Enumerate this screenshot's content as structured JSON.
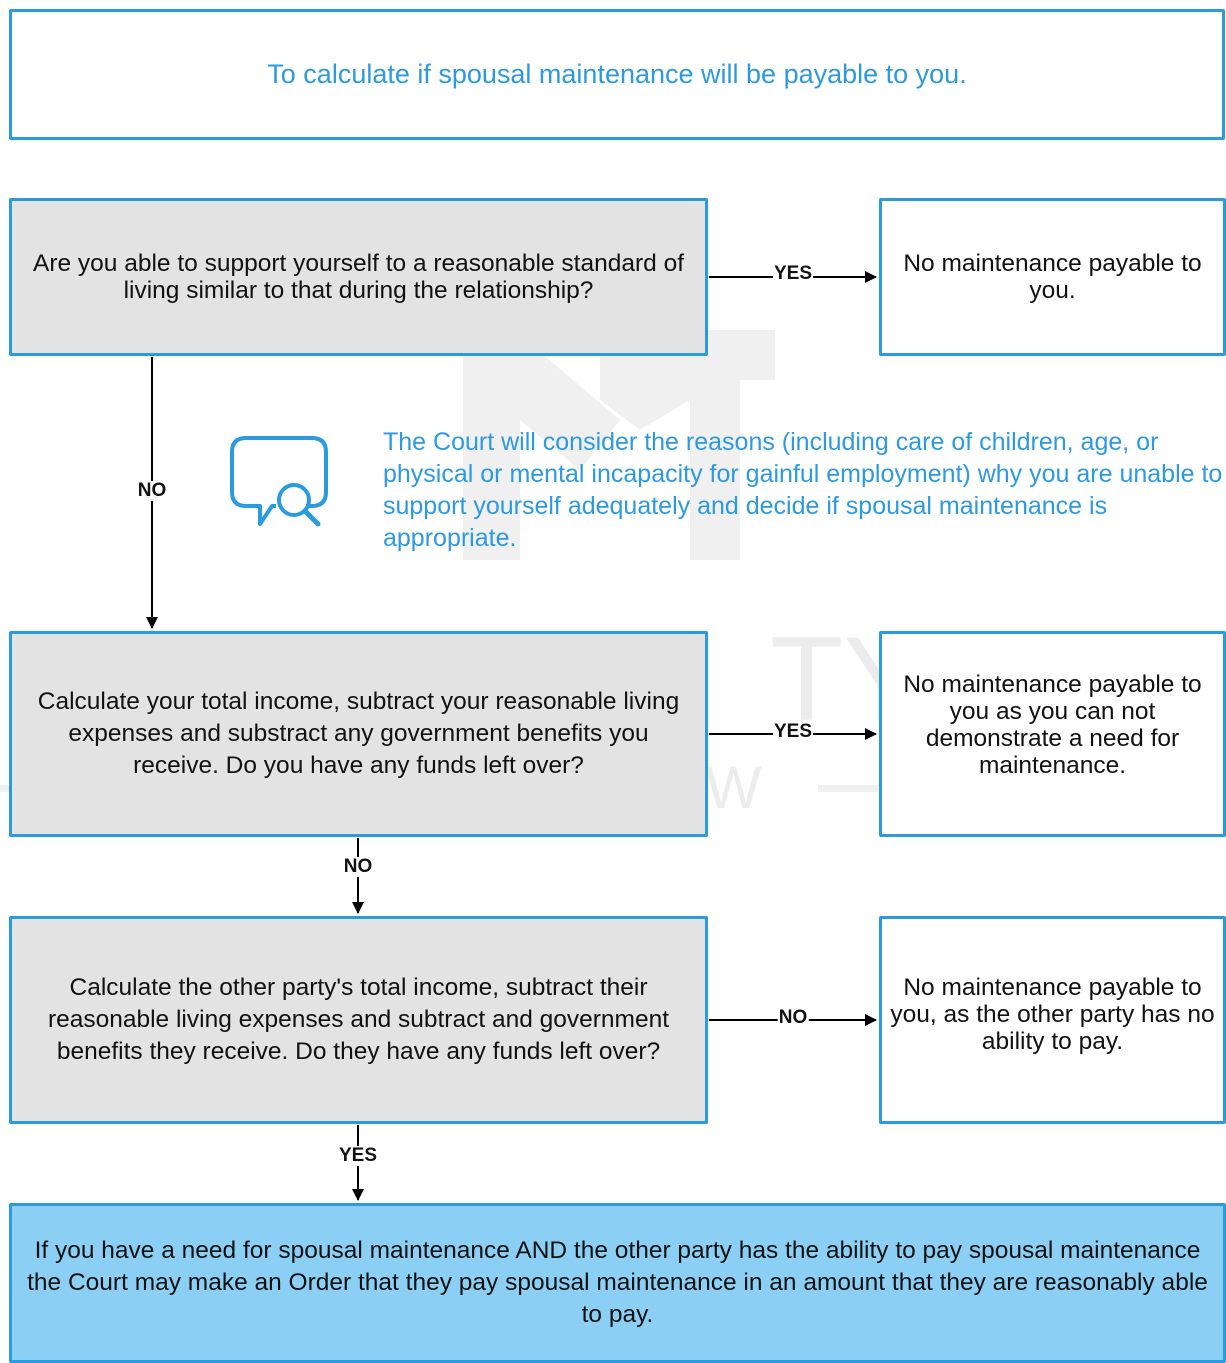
{
  "header": {
    "title": "To calculate if spousal maintenance will be payable to you."
  },
  "questions": [
    {
      "text": "Are you able to support yourself to a reasonable standard of living similar to that during the relationship?"
    },
    {
      "text": "Calculate your total income, subtract your reasonable living expenses and substract any government benefits you receive.  Do you have any funds left over?"
    },
    {
      "text": "Calculate the other party's total income, subtract their reasonable living expenses and subtract and government benefits they receive. Do they have any funds left over?"
    }
  ],
  "results": [
    {
      "text": "No maintenance payable to you."
    },
    {
      "text": "No maintenance payable to you as you can not demonstrate a need for maintenance."
    },
    {
      "text": "No maintenance payable to you, as the other party has no ability to pay."
    }
  ],
  "final": {
    "text": "If you have a need for spousal maintenance AND the other party has the ability to pay spousal maintenance the Court may make an Order that they pay spousal maintenance in an amount that they are reasonably able to pay."
  },
  "note": {
    "icon": "chat-search-icon",
    "text": "The Court will consider the reasons (including care of children, age, or physical or mental incapacity for gainful employment) why you are unable to support yourself adequately and decide if spousal maintenance is appropriate."
  },
  "edge_labels": {
    "q1_yes": "YES",
    "q1_no": "NO",
    "q2_yes": "YES",
    "q2_no": "NO",
    "q3_no": "NO",
    "q3_yes": "YES"
  },
  "colors": {
    "accent": "#2b9be0",
    "question_fill": "#e3e3e3",
    "final_fill": "#8ccff5",
    "note_text": "#2d9ae0"
  }
}
